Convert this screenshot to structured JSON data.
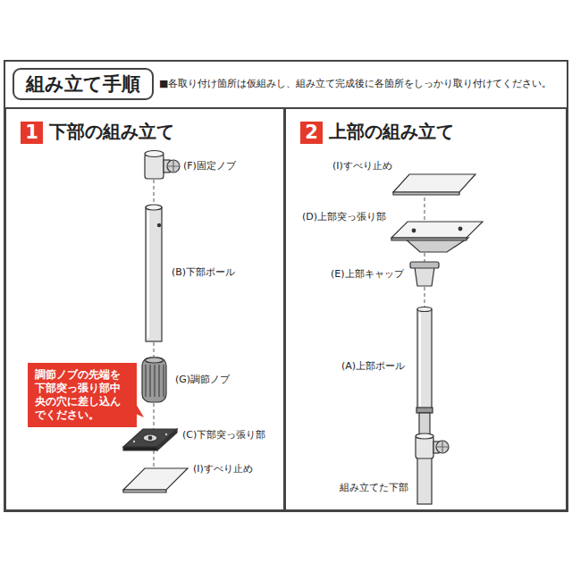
{
  "diagram": {
    "nodes": [
      {
        "text": [
          "組み立て手順"
        ]
      },
      {
        "text": [
          "下部の組み立て"
        ]
      },
      {
        "text": [
          "1"
        ],
        "in": 1
      },
      {
        "text": [
          "調節ノブの先端を下部突っ張り部中央の穴に差し込んでください。"
        ],
        "in": 1
      },
      {
        "text": [
          "上部の組み立て"
        ]
      },
      {
        "text": [
          "2"
        ],
        "in": 4
      }
    ],
    "labels": [
      "■各取り付け箇所は仮組みし、組み立て完成後に各箇所をしっかり取り付けてください。",
      "(F)固定ノブ",
      "(B)下部ポール",
      "(G)調節ノブ",
      "(C)下部突っ張り部",
      "(I)すべり止め",
      "(I)すべり止め",
      "(D)上部突っ張り部",
      "(E)上部キャップ",
      "(A)上部ポール",
      "組み立てた下部"
    ]
  }
}
